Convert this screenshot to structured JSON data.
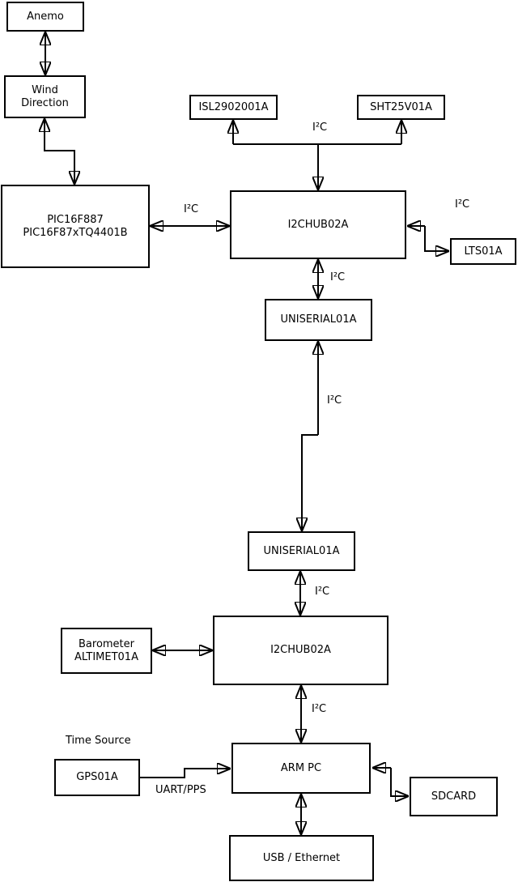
{
  "boxes": {
    "anemo": {
      "label": "Anemo"
    },
    "wind_direction": {
      "lines": [
        "Wind",
        "Direction"
      ]
    },
    "pic": {
      "lines": [
        "PIC16F887",
        "PIC16F87xTQ4401B"
      ]
    },
    "isl": {
      "label": "ISL2902001A"
    },
    "sht": {
      "label": "SHT25V01A"
    },
    "hub1": {
      "label": "I2CHUB02A"
    },
    "lts": {
      "label": "LTS01A"
    },
    "uniserial1": {
      "label": "UNISERIAL01A"
    },
    "uniserial2": {
      "label": "UNISERIAL01A"
    },
    "hub2": {
      "label": "I2CHUB02A"
    },
    "barometer": {
      "lines": [
        "Barometer",
        "ALTIMET01A"
      ]
    },
    "gps": {
      "label": "GPS01A"
    },
    "arm_pc": {
      "label": "ARM PC"
    },
    "sdcard": {
      "label": "SDCARD"
    },
    "usb_ethernet": {
      "label": "USB / Ethernet"
    }
  },
  "labels": {
    "i2c": "I²C",
    "time_source": "Time Source",
    "uart_pps": "UART/PPS"
  },
  "colors": {
    "line": "#000000",
    "box_border": "#000000",
    "box_fill": "#ffffff",
    "background": "#ffffff",
    "text": "#000000"
  }
}
